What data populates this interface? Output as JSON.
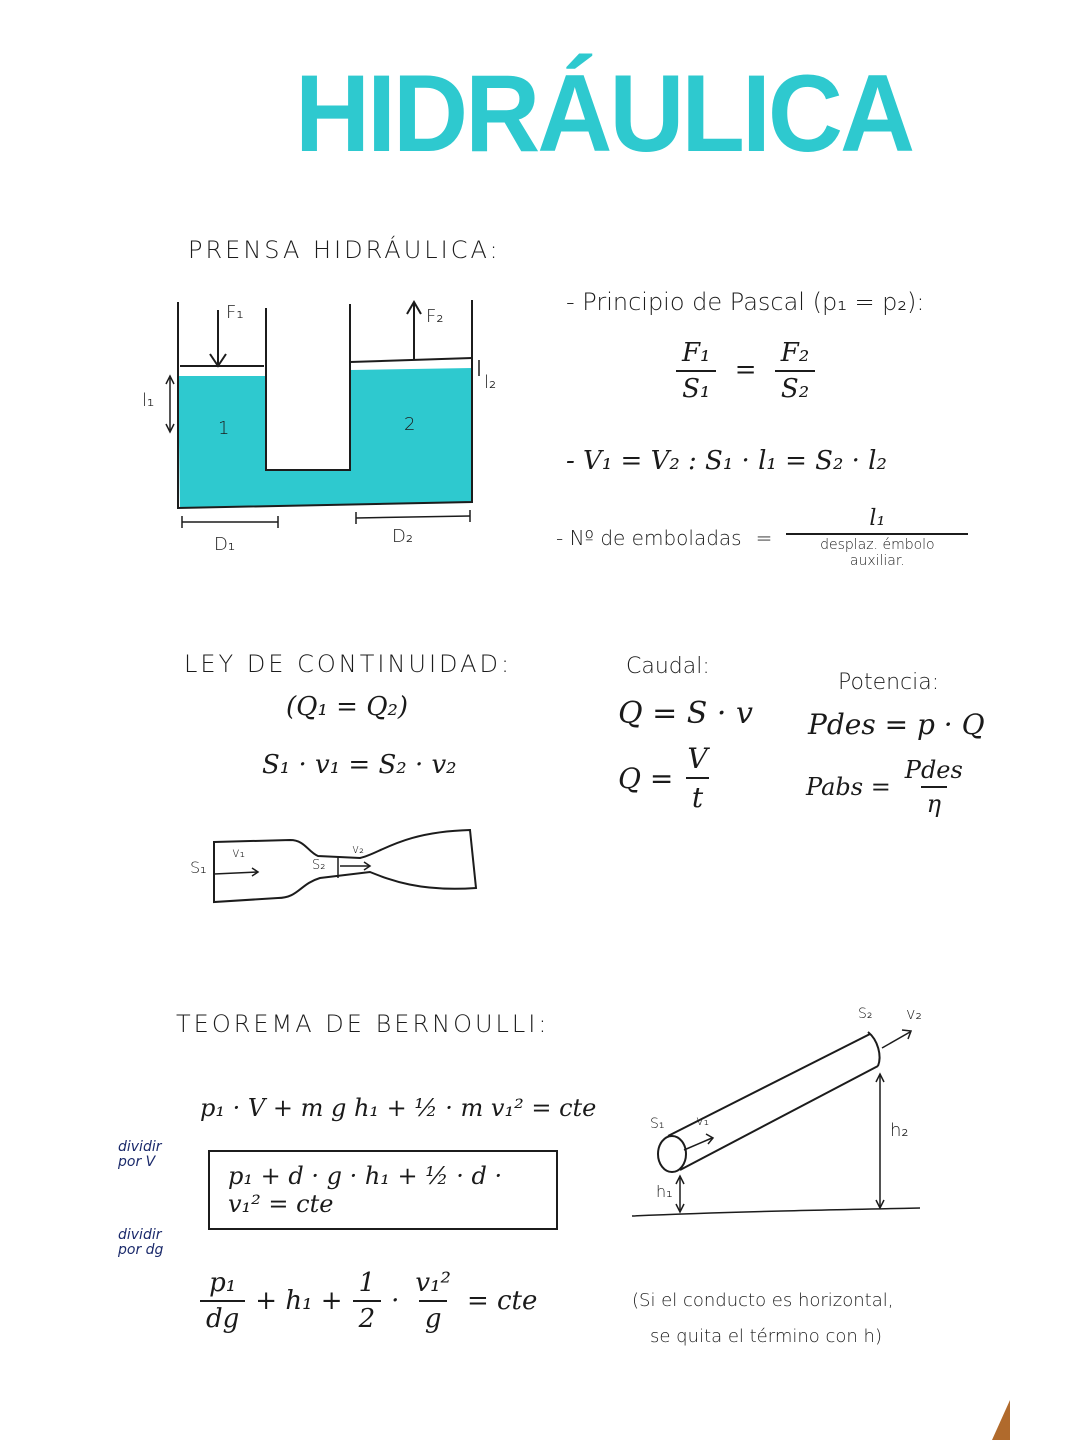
{
  "title": "HIDRÁULICA",
  "colors": {
    "accent": "#2ec9cf",
    "ink": "#1c1c1c",
    "annotation": "#1b2a6b",
    "fluid": "#2ec9cf"
  },
  "prensa": {
    "heading": "PRENSA HIDRÁULICA:",
    "diagram": {
      "f1": "F₁",
      "f2": "F₂",
      "l1": "l₁",
      "l2": "l₂",
      "chamber1": "1",
      "chamber2": "2",
      "d1": "D₁",
      "d2": "D₂"
    },
    "pascal_label": "- Principio de Pascal (p₁ = p₂):",
    "pascal_eq": {
      "left_num": "F₁",
      "left_den": "S₁",
      "eq": "=",
      "right_num": "F₂",
      "right_den": "S₂"
    },
    "volume_eq": "- V₁ = V₂ :  S₁ · l₁ = S₂ · l₂",
    "emboladas": {
      "label": "- Nº de emboladas",
      "eq": "=",
      "num": "l₁",
      "den": "desplaz. émbolo auxiliar."
    }
  },
  "continuidad": {
    "heading": "LEY DE CONTINUIDAD:",
    "q_eq": "(Q₁ = Q₂)",
    "s_eq": "S₁ · v₁ = S₂ · v₂",
    "diagram": {
      "s1": "S₁",
      "v1": "v₁",
      "s2": "S₂",
      "v2": "v₂"
    }
  },
  "caudal": {
    "label": "Caudal:",
    "eq1": "Q = S · v",
    "eq2_lhs": "Q =",
    "eq2_num": "V",
    "eq2_den": "t"
  },
  "potencia": {
    "label": "Potencia:",
    "eq1": "P_des = p · Q",
    "eq1_display": "Pdes = p · Q",
    "eq2_lhs": "Pabs =",
    "eq2_num": "Pdes",
    "eq2_den": "η"
  },
  "bernoulli": {
    "heading": "TEOREMA DE BERNOULLI:",
    "eq1": "p₁ · V + m g h₁ + ½ · m v₁² = cte",
    "note1": [
      "dividir",
      "por V"
    ],
    "eq2": "p₁ + d · g · h₁ + ½ · d · v₁² = cte",
    "note2": [
      "dividir",
      "por dg"
    ],
    "eq3": {
      "frac_num": "p₁",
      "frac_den": "dg",
      "mid": "+ h₁ + ",
      "half_num": "1",
      "half_den": "2",
      "dot": "·",
      "v_num": "v₁²",
      "v_den": "g",
      "rhs": "= cte"
    },
    "diagram": {
      "s1": "S₁",
      "v1": "v₁",
      "s2": "S₂",
      "v2": "v₂",
      "h1": "h₁",
      "h2": "h₂"
    },
    "remark_line1": "(Si el conducto es horizontal,",
    "remark_line2": "se quita el término con h)"
  }
}
